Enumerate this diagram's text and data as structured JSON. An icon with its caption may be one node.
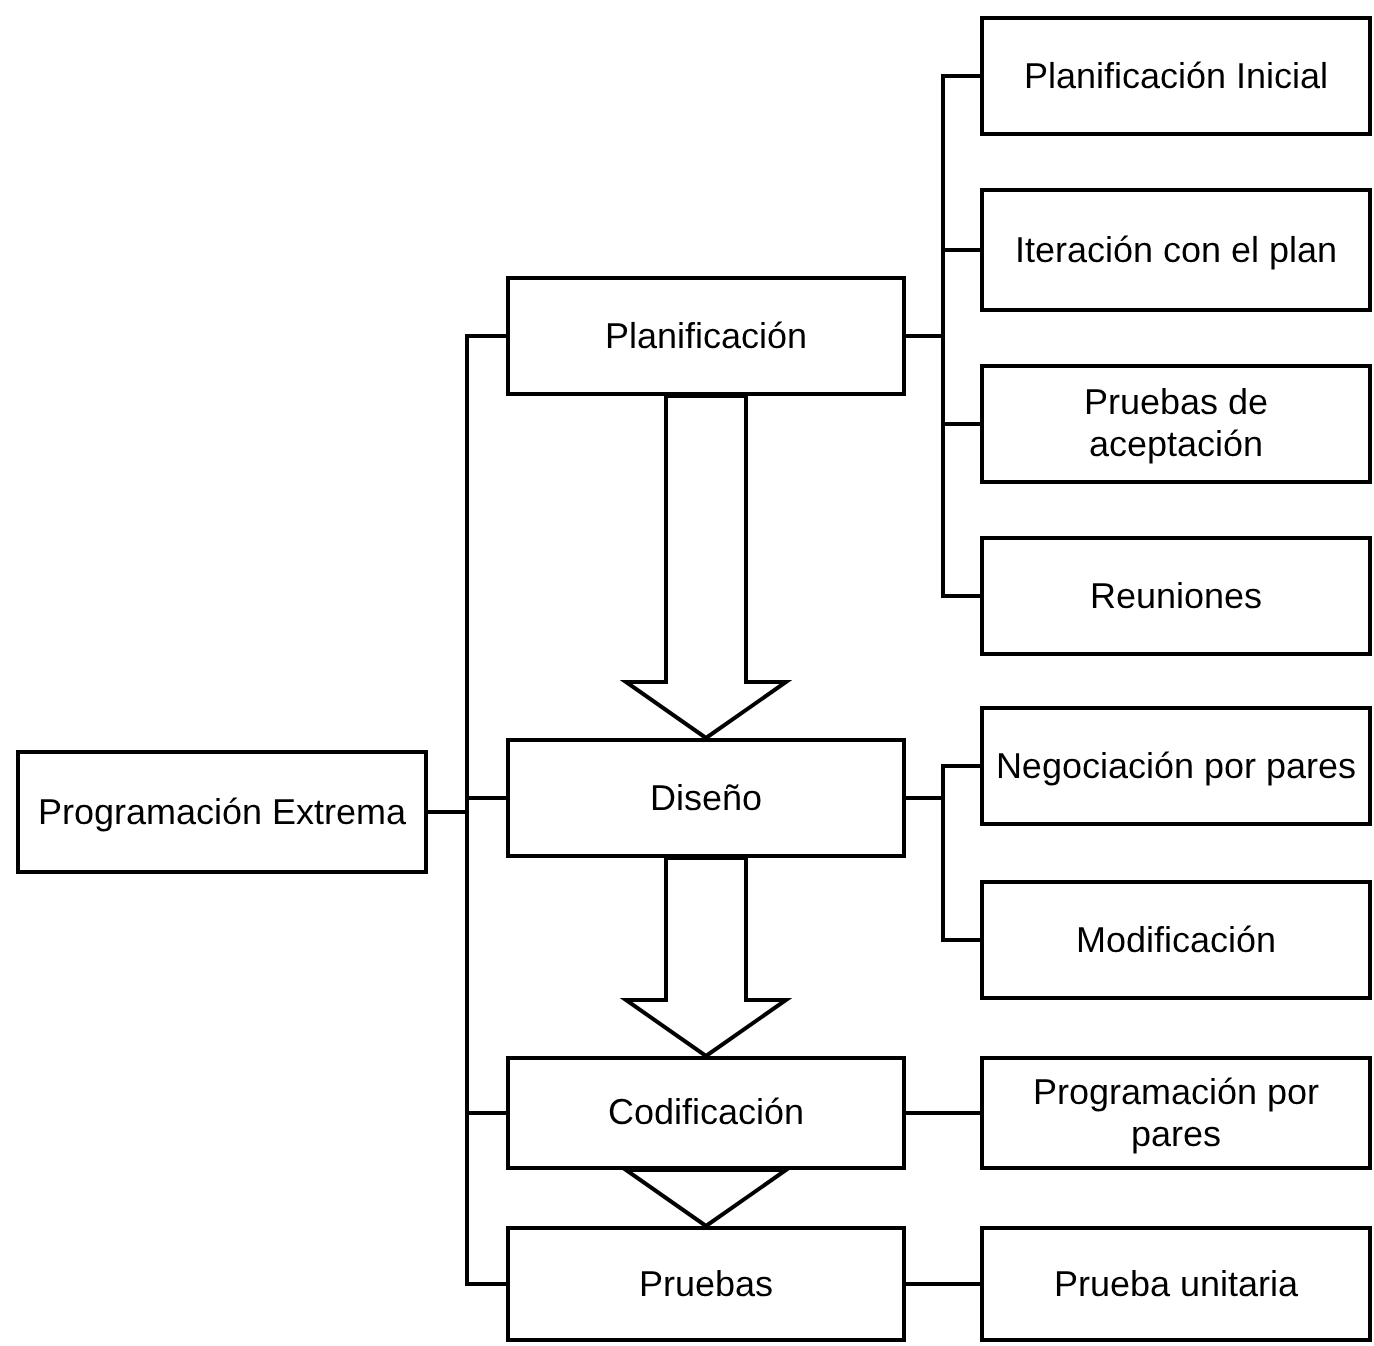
{
  "diagram": {
    "nodes": [
      {
        "text": [
          "Programación Extrema"
        ]
      },
      {
        "text": [
          "Planificación"
        ]
      },
      {
        "text": [
          "Planificación Inicial"
        ]
      },
      {
        "text": [
          "Iteración con el plan"
        ]
      },
      {
        "text": [
          "Pruebas de aceptación"
        ]
      },
      {
        "text": [
          "Reuniones"
        ]
      },
      {
        "text": [
          "Diseño"
        ]
      },
      {
        "text": [
          "Negociación por pares"
        ]
      },
      {
        "text": [
          "Modificación"
        ]
      },
      {
        "text": [
          "Codificación"
        ]
      },
      {
        "text": [
          "Programación por pares"
        ]
      },
      {
        "text": [
          "Pruebas"
        ]
      },
      {
        "text": [
          "Prueba unitaria"
        ]
      }
    ],
    "edges": [
      {
        "from": 0,
        "to": 1,
        "arrow": "none"
      },
      {
        "from": 0,
        "to": 6,
        "arrow": "none"
      },
      {
        "from": 0,
        "to": 9,
        "arrow": "none"
      },
      {
        "from": 0,
        "to": 11,
        "arrow": "none"
      },
      {
        "from": 1,
        "to": 2,
        "arrow": "none"
      },
      {
        "from": 1,
        "to": 3,
        "arrow": "none"
      },
      {
        "from": 1,
        "to": 4,
        "arrow": "none"
      },
      {
        "from": 1,
        "to": 5,
        "arrow": "none"
      },
      {
        "from": 6,
        "to": 7,
        "arrow": "none"
      },
      {
        "from": 6,
        "to": 8,
        "arrow": "none"
      },
      {
        "from": 9,
        "to": 10,
        "arrow": "none"
      },
      {
        "from": 11,
        "to": 12,
        "arrow": "none"
      },
      {
        "from": 1,
        "to": 6,
        "arrow": "to",
        "style": "thick"
      },
      {
        "from": 6,
        "to": 9,
        "arrow": "to",
        "style": "thick"
      },
      {
        "from": 9,
        "to": 11,
        "arrow": "to",
        "style": "thick"
      }
    ]
  }
}
